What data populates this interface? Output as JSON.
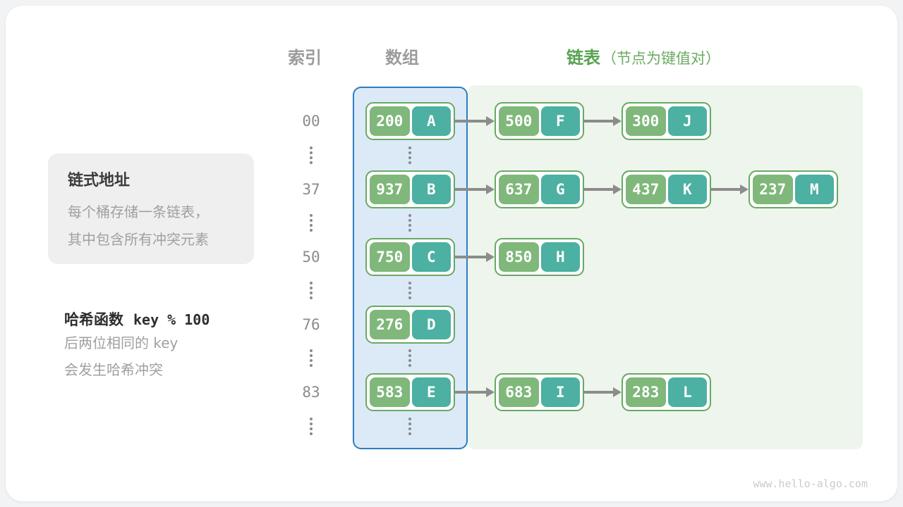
{
  "headers": {
    "index": "索引",
    "array": "数组",
    "list": "链表",
    "list_note": "（节点为键值对）"
  },
  "info_box": {
    "title": "链式地址",
    "line1": "每个桶存储一条链表，",
    "line2": "其中包含所有冲突元素"
  },
  "hash_note": {
    "title": "哈希函数",
    "formula": "key % 100",
    "line1": "后两位相同的 key",
    "line2": "会发生哈希冲突"
  },
  "diagram": {
    "rows": [
      {
        "index": "00",
        "nodes": [
          {
            "key": "200",
            "value": "A"
          },
          {
            "key": "500",
            "value": "F"
          },
          {
            "key": "300",
            "value": "J"
          }
        ]
      },
      {
        "index": "37",
        "nodes": [
          {
            "key": "937",
            "value": "B"
          },
          {
            "key": "637",
            "value": "G"
          },
          {
            "key": "437",
            "value": "K"
          },
          {
            "key": "237",
            "value": "M"
          }
        ]
      },
      {
        "index": "50",
        "nodes": [
          {
            "key": "750",
            "value": "C"
          },
          {
            "key": "850",
            "value": "H"
          }
        ]
      },
      {
        "index": "76",
        "nodes": [
          {
            "key": "276",
            "value": "D"
          }
        ]
      },
      {
        "index": "83",
        "nodes": [
          {
            "key": "583",
            "value": "E"
          },
          {
            "key": "683",
            "value": "I"
          },
          {
            "key": "283",
            "value": "L"
          }
        ]
      }
    ]
  },
  "colors": {
    "key_box": "#7fb87a",
    "value_box": "#4cb0a2",
    "node_border": "#68a963",
    "array_fill": "#dceaf7",
    "array_border": "#2b7ec2",
    "list_fill": "#edf5ed",
    "accent_green_text": "#57a351",
    "arrow": "#8c8c8c"
  },
  "watermark": "www.hello-algo.com"
}
